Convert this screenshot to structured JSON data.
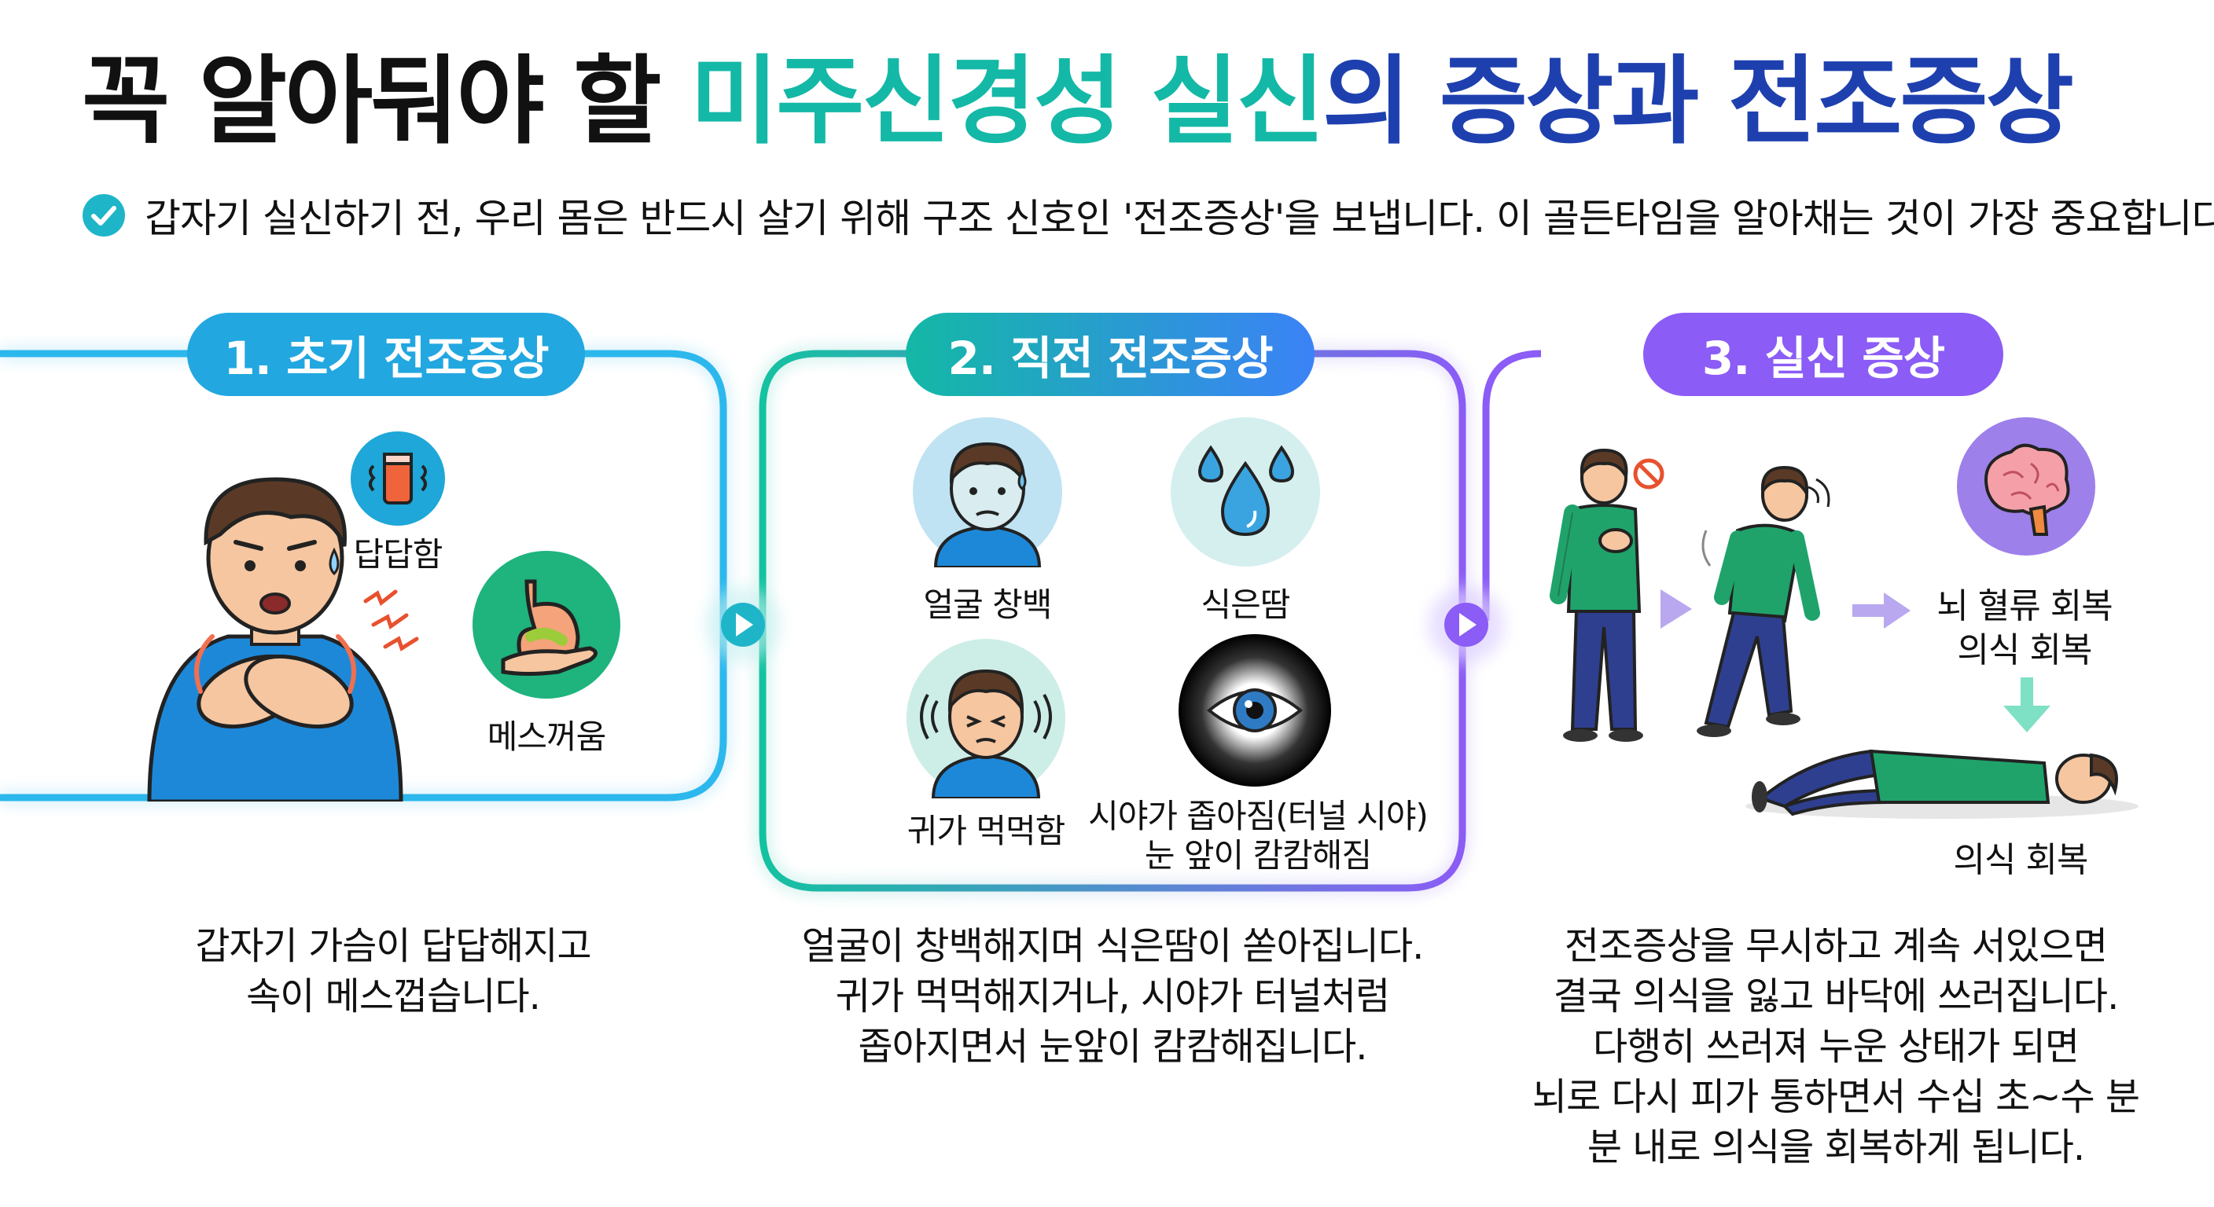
{
  "title": {
    "part1": "꼭 알아둬야 할 ",
    "part2": "미주신경성 실신",
    "part3": "의 증상과 전조증상"
  },
  "subtitle": "갑자기 실신하기 전, 우리 몸은 반드시 살기 위해 구조 신호인 '전조증상'을 보냅니다. 이 골든타임을 알아채는 것이 가장 중요합니다.",
  "panel1": {
    "title": "1. 초기 전조증상",
    "label_stuffy": "답답함",
    "label_nausea": "메스꺼움",
    "description": [
      "갑자기 가슴이 답답해지고",
      "속이 메스껍습니다."
    ]
  },
  "panel2": {
    "title": "2. 직전 전조증상",
    "label_pale": "얼굴 창백",
    "label_sweat": "식은땀",
    "label_ears": "귀가 먹먹함",
    "label_vision": [
      "시야가 좁아짐(터널 시야)",
      "눈 앞이 캄캄해짐"
    ],
    "description": [
      "얼굴이 창백해지며 식은땀이 쏟아집니다.",
      "귀가 먹먹해지거나, 시야가 터널처럼",
      "좁아지면서 눈앞이 캄캄해집니다."
    ]
  },
  "panel3": {
    "title": "3. 실신 증상",
    "label_brain": [
      "뇌 혈류 회복",
      "의식 회복"
    ],
    "label_recover": "의식 회복",
    "description": [
      "전조증상을 무시하고 계속 서있으면",
      "결국 의식을 잃고 바닥에 쓰러집니다.",
      "다행히 쓰러져 누운 상태가 되면",
      "뇌로 다시 피가 통하면서 수십 초~수 분",
      "분 내로 의식을 회복하게 됩니다."
    ]
  },
  "colors": {
    "panel1": "#22a7e0",
    "panel2_start": "#14b8a6",
    "panel2_end": "#3b82f6",
    "panel3": "#8b5cf6",
    "title_green": "#14b8a6",
    "title_blue": "#1e40af",
    "shirt_blue": "#1e88d8",
    "shirt_green": "#1fa36b"
  }
}
